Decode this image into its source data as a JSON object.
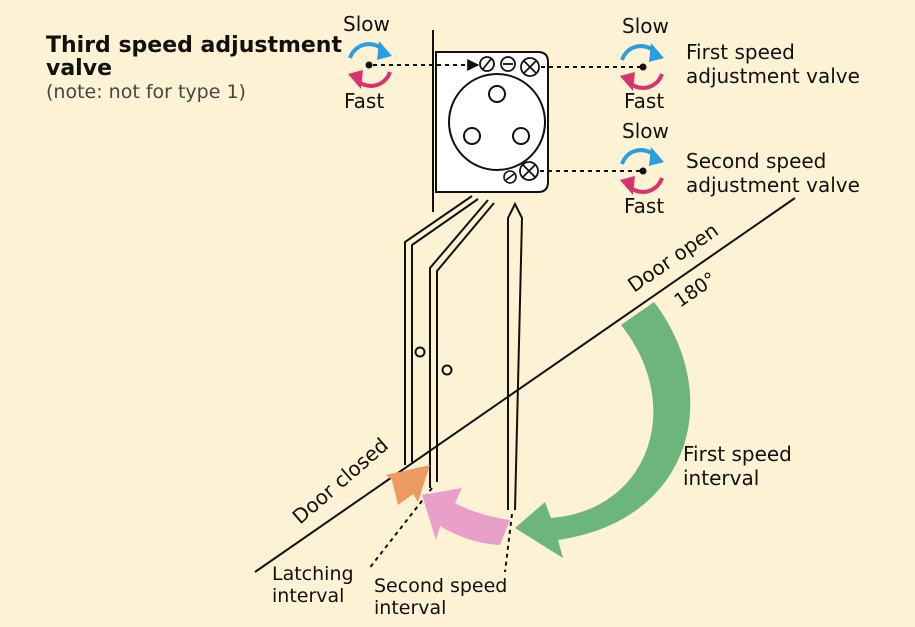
{
  "colors": {
    "background": "#fdf2d3",
    "slow_arrow": "#2a9fe0",
    "fast_arrow": "#d8336f",
    "first_interval": "#6cb57c",
    "second_interval": "#e9a0c8",
    "latching": "#ec9a62",
    "line": "#111111"
  },
  "third_valve": {
    "title_line1": "Third speed adjustment",
    "title_line2": "valve",
    "note": "(note: not for type 1)",
    "slow": "Slow",
    "fast": "Fast"
  },
  "first_valve": {
    "label_line1": "First speed",
    "label_line2": "adjustment valve",
    "slow": "Slow",
    "fast": "Fast"
  },
  "second_valve": {
    "label_line1": "Second speed",
    "label_line2": "adjustment valve",
    "slow": "Slow",
    "fast": "Fast"
  },
  "door": {
    "open_label": "Door open",
    "angle_label": "180°",
    "closed_label": "Door closed"
  },
  "intervals": {
    "first_line1": "First speed",
    "first_line2": "interval",
    "second_line1": "Second speed",
    "second_line2": "interval",
    "latching_line1": "Latching",
    "latching_line2": "interval"
  }
}
